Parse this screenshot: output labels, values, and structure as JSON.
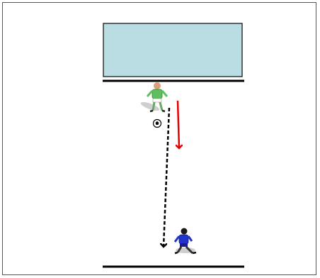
{
  "diagram": {
    "description_text": "",
    "colors": {
      "goal_fill": "#b9dde2",
      "goal_border": "#333333",
      "line_color": "#000000",
      "movement_arrow": "#e60000",
      "pass_path": "#000000",
      "goalkeeper_shirt": "#5fbf5f",
      "attacker_shirt": "#2233cc"
    },
    "elements": {
      "goal": "goal-box",
      "goal_line": "goal-line",
      "bottom_line": "bottom-line",
      "goalkeeper": "goalkeeper-figure",
      "ball": "soccer-ball-icon",
      "keeper_run": "red-movement-arrow",
      "pass": "dashed-pass-arrow",
      "attacker": "attacker-figure"
    }
  }
}
